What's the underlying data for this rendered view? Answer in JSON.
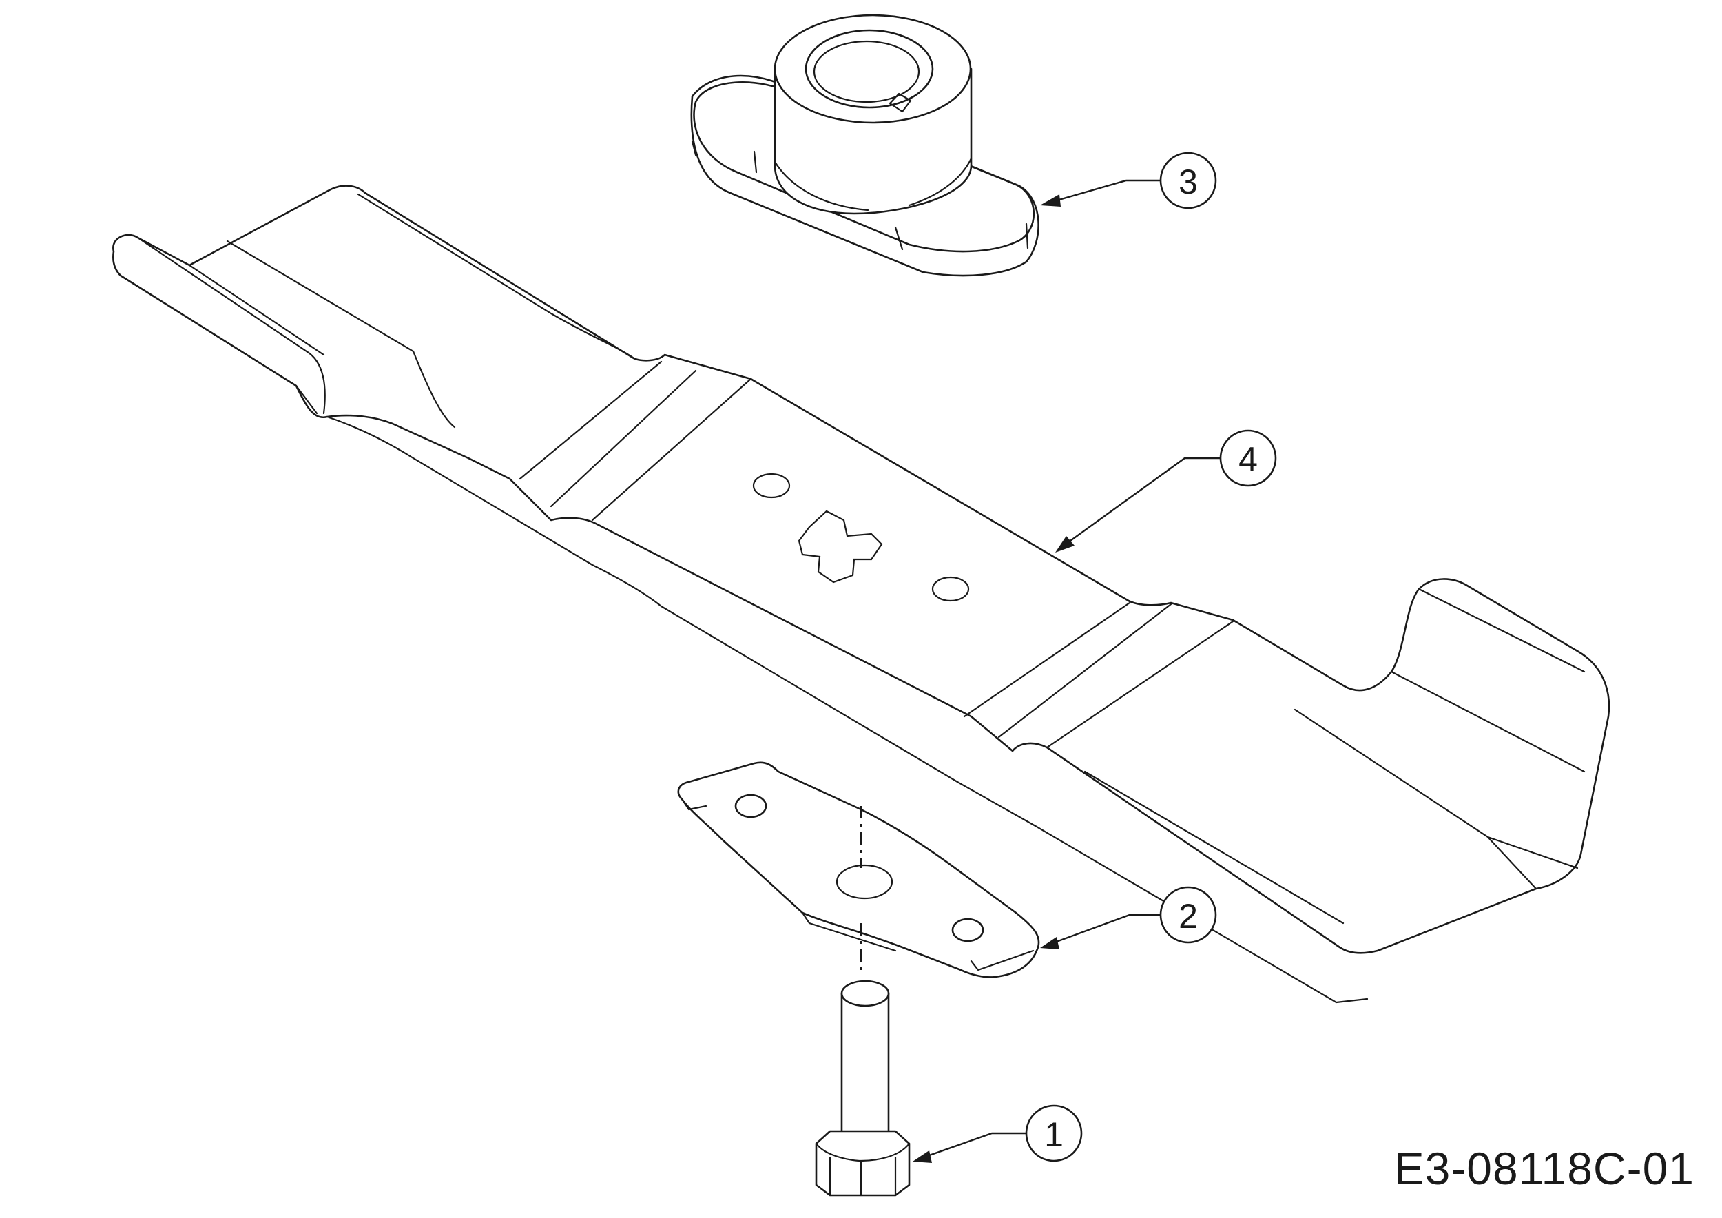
{
  "drawing_number": "E3-08118C-01",
  "callouts": [
    {
      "number": "1",
      "part": "hex-bolt"
    },
    {
      "number": "2",
      "part": "blade-support-plate"
    },
    {
      "number": "3",
      "part": "blade-adapter"
    },
    {
      "number": "4",
      "part": "mower-blade"
    }
  ],
  "colors": {
    "line": "#1a1a1a",
    "background": "#ffffff"
  }
}
